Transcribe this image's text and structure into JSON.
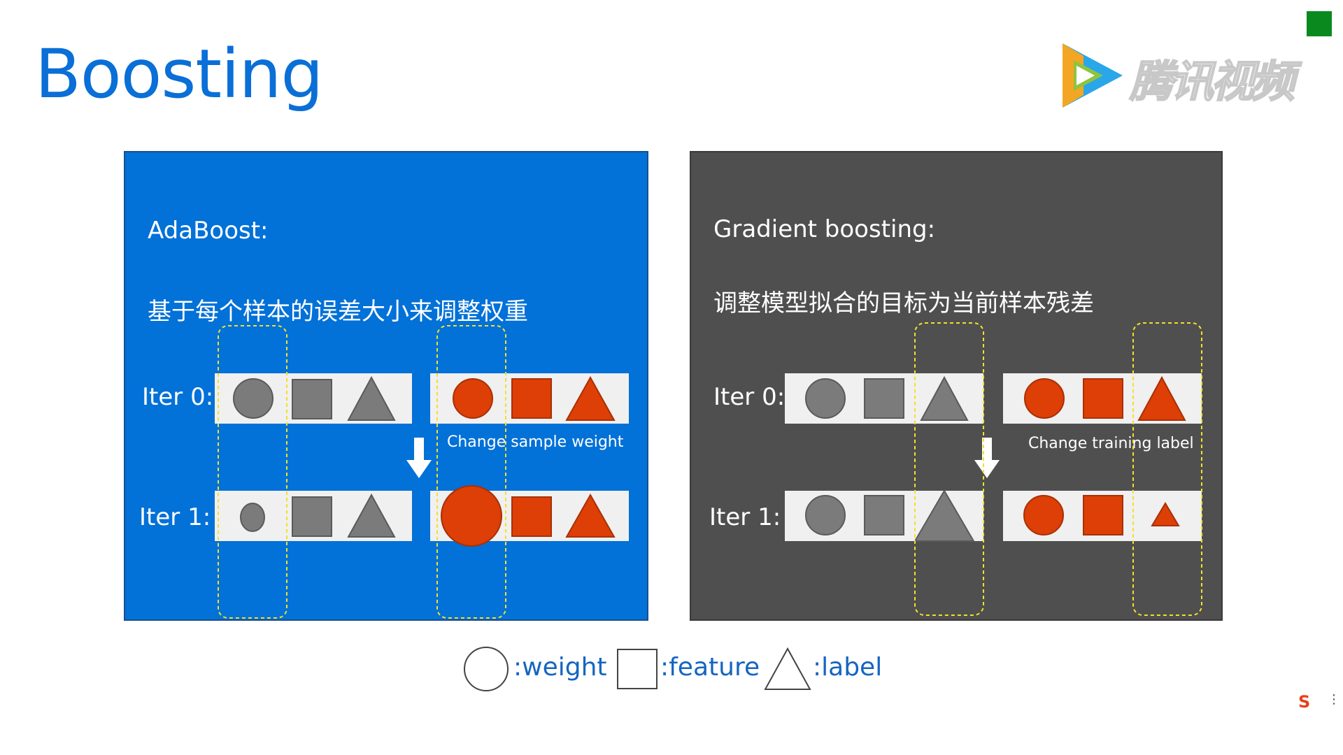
{
  "slide": {
    "title": "Boosting"
  },
  "logo": {
    "brand_text": "腾讯视频",
    "icon": "tencent-video-play-icon"
  },
  "colors": {
    "title_blue": "#0a6fd6",
    "adaboost_panel": "#0271d8",
    "gradient_panel": "#4f4f4f",
    "gray_shape": "#7b7b7b",
    "orange_shape": "#dd3f06",
    "row_bg": "#f0f0f0",
    "dashed_yellow": "#f3e02a",
    "legend_blue": "#1565c0"
  },
  "adaboost": {
    "heading": "AdaBoost:",
    "description": "基于每个样本的误差大小来调整权重",
    "iter0_label": "Iter 0:",
    "iter1_label": "Iter 1:",
    "change_label": "Change sample weight"
  },
  "gradient": {
    "heading": "Gradient boosting:",
    "description": "调整模型拟合的目标为当前样本残差",
    "iter0_label": "Iter 0:",
    "iter1_label": "Iter 1:",
    "change_label": "Change training label"
  },
  "legend": {
    "weight": ":weight",
    "feature": ":feature",
    "label": ":label"
  }
}
